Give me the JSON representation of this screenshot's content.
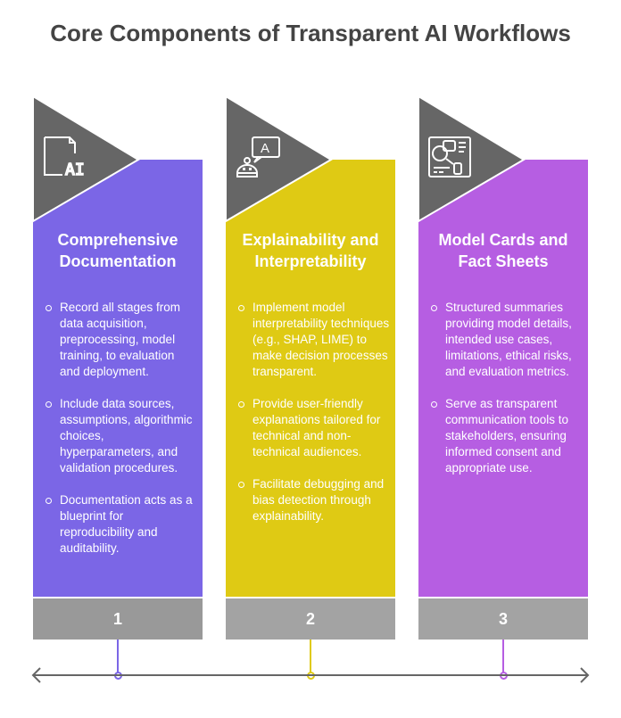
{
  "title": "Core Components of Transparent AI Workflows",
  "columns": [
    {
      "number": "1",
      "icon": "ai-document-icon",
      "color": "#7b66e6",
      "title": "Comprehensive Documentation",
      "bullets": [
        "Record all stages from data acquisition, preprocessing, model training, to evaluation and deployment.",
        "Include data sources, assumptions, algorithmic choices, hyperparameters, and validation procedures.",
        "Documentation acts as a blueprint for reproducibility and auditability."
      ]
    },
    {
      "number": "2",
      "icon": "robot-chat-icon",
      "color": "#dfca14",
      "title": "Explainability and Interpretability",
      "bullets": [
        "Implement model interpretability techniques (e.g., SHAP, LIME) to make decision processes transparent.",
        "Provide user-friendly explanations tailored for technical and non-technical audiences.",
        "Facilitate debugging and bias detection through explainability."
      ]
    },
    {
      "number": "3",
      "icon": "model-card-icon",
      "color": "#b65ee2",
      "title": "Model Cards and Fact Sheets",
      "bullets": [
        "Structured summaries providing model details, intended use cases, limitations, ethical risks, and evaluation metrics.",
        "Serve as transparent communication tools to stakeholders, ensuring informed consent and appropriate use."
      ]
    }
  ]
}
